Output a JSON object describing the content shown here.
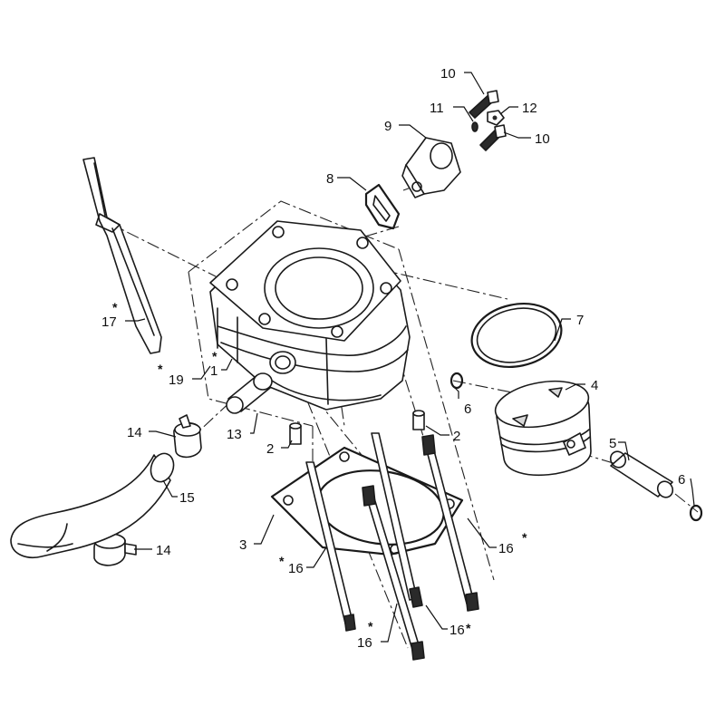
{
  "callouts": [
    {
      "text": "10"
    },
    {
      "text": "11"
    },
    {
      "text": "12"
    },
    {
      "text": "10"
    },
    {
      "text": "9"
    },
    {
      "text": "8"
    },
    {
      "text": "7"
    },
    {
      "text": "4"
    },
    {
      "text": "6"
    },
    {
      "text": "5"
    },
    {
      "text": "6"
    },
    {
      "text": "17"
    },
    {
      "text": "19"
    },
    {
      "text": "1"
    },
    {
      "text": "13"
    },
    {
      "text": "14"
    },
    {
      "text": "2"
    },
    {
      "text": "2"
    },
    {
      "text": "15"
    },
    {
      "text": "3"
    },
    {
      "text": "14"
    },
    {
      "text": "16"
    },
    {
      "text": "16"
    },
    {
      "text": "16"
    },
    {
      "text": "16"
    }
  ],
  "asterisk": "*"
}
